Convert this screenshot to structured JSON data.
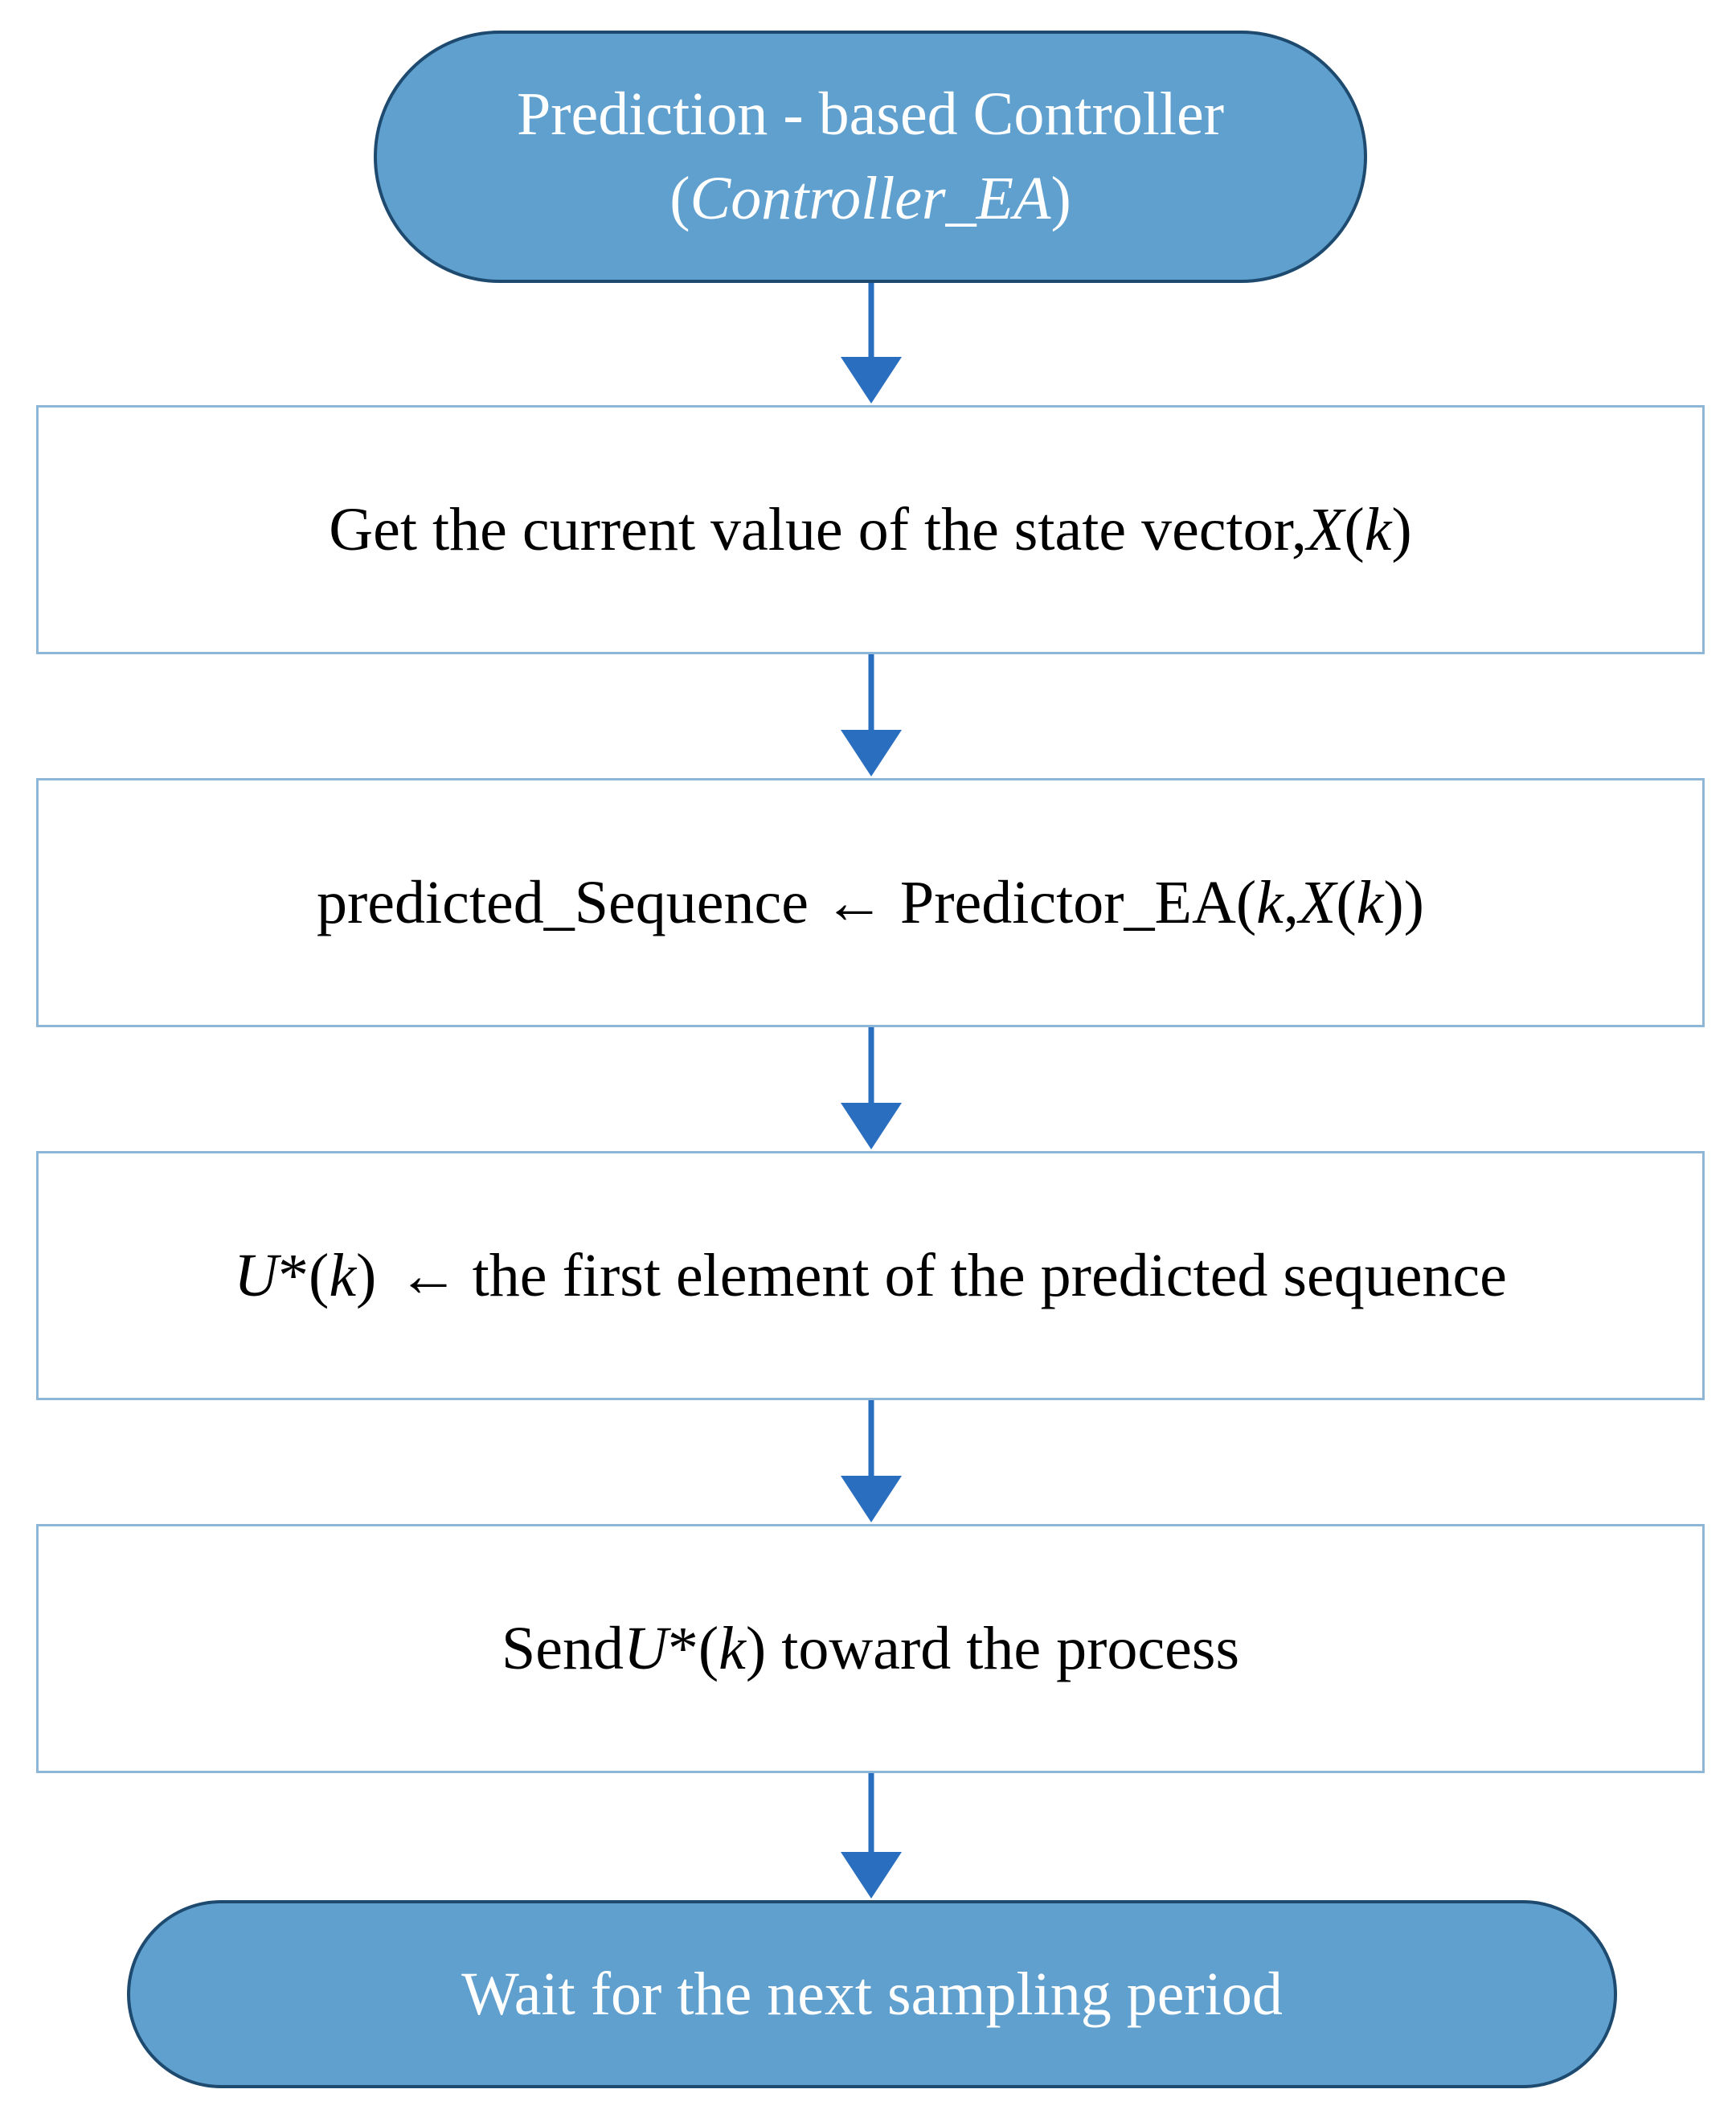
{
  "start": {
    "line1": "Prediction - based Controller",
    "line2_open": "(",
    "line2_name": "Controller_EA",
    "line2_close": ")"
  },
  "steps": [
    {
      "text_a": "Get the current value of the state vector, ",
      "var_a": "X",
      "text_b": "(",
      "var_b": "k",
      "text_c": ")"
    },
    {
      "text_a": "predicted_Sequence ← Predictor_EA(",
      "var_a": "k",
      "text_b": ",",
      "var_b": "X",
      "text_c": "(",
      "var_c": "k",
      "text_d": "))"
    },
    {
      "var_a": "U",
      "text_a": "*(",
      "var_b": "k",
      "text_b": ")",
      "text_c": "←",
      "text_d": "the first element of the predicted sequence"
    },
    {
      "text_a": "Send ",
      "var_a": "U",
      "text_b": "*(",
      "var_b": "k",
      "text_c": ") toward the process"
    }
  ],
  "end": {
    "label": "Wait for the next sampling period"
  },
  "colors": {
    "terminal_fill": "#5fa0cf",
    "terminal_border": "#1d4a6e",
    "process_border": "#8eb6d6",
    "arrow": "#2a6ebf"
  }
}
